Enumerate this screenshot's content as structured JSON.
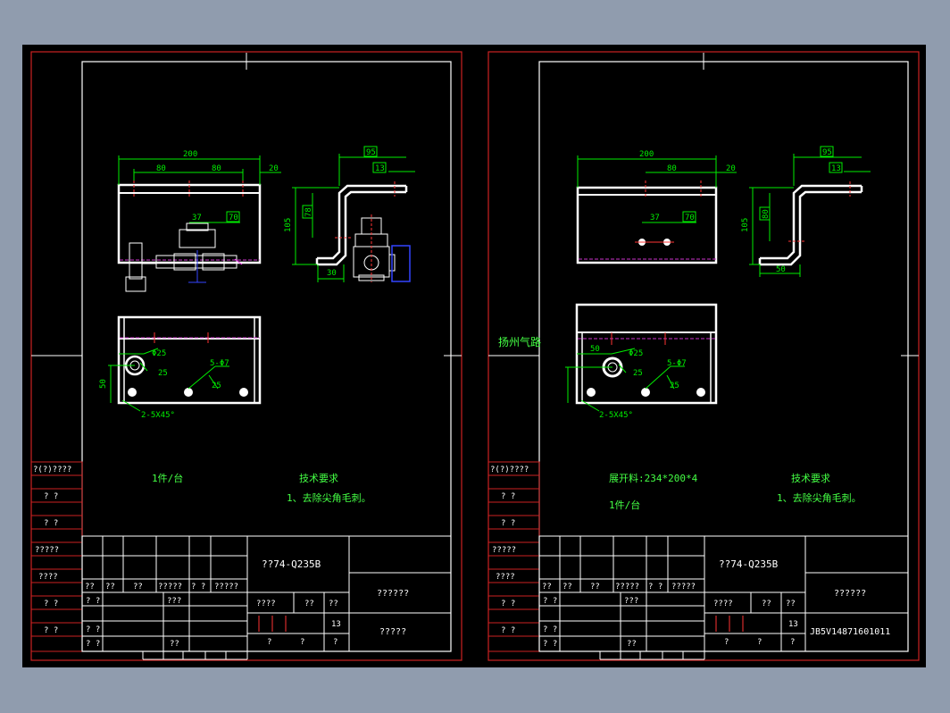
{
  "colors": {
    "background": "#909cae",
    "canvas": "#000000",
    "frame": "#cc2222",
    "line": "#ffffff",
    "dim": "#00ee00",
    "center": "#ff3333",
    "hidden": "#cc33cc",
    "blue": "#3344ff",
    "label": "#44ff44"
  },
  "sheet1": {
    "dims": {
      "d200": "200",
      "d80a": "80",
      "d80b": "80",
      "d20": "20",
      "d37": "37",
      "d70": "70",
      "d95": "95",
      "d13": "13",
      "d105": "105",
      "d78": "78",
      "d30": "30",
      "dia25": "Φ25",
      "r25a": "25",
      "holes": "5-Φ7",
      "r25b": "25",
      "d50": "50",
      "chamfer": "2-5X45°"
    },
    "qty": "1件/台",
    "tech_title": "技术要求",
    "tech_item": "1、去除尖角毛刺。",
    "material": "??74-Q235B",
    "side_labels": [
      "?(?)????",
      "? ?",
      "? ?",
      "?????",
      "????",
      "? ?",
      "? ?"
    ],
    "header_cells": [
      "??",
      "??",
      "??",
      "?????",
      "? ?",
      "?????"
    ],
    "row2": [
      "? ?",
      "???"
    ],
    "row3": [
      "? ?"
    ],
    "row4": [
      "? ?",
      "??"
    ],
    "mid_cells": [
      "????",
      "??",
      "??"
    ],
    "scale_num": "13",
    "bottom_cells": [
      "?",
      "?",
      "?"
    ],
    "name": "??????",
    "code": "?????"
  },
  "sheet2": {
    "dims": {
      "d200": "200",
      "d80": "80",
      "d20": "20",
      "d37": "37",
      "d70": "70",
      "d95": "95",
      "d13": "13",
      "d105": "105",
      "d80v": "80",
      "d50a": "50",
      "dia25": "Φ25",
      "r25a": "25",
      "holes": "5-Φ7",
      "r25b": "25",
      "d50b": "50",
      "chamfer": "2-5X45°"
    },
    "stamp": "扬州气路",
    "unfold": "展开料:234*200*4",
    "qty": "1件/台",
    "tech_title": "技术要求",
    "tech_item": "1、去除尖角毛刺。",
    "material": "??74-Q235B",
    "side_labels": [
      "?(?)????",
      "? ?",
      "? ?",
      "?????",
      "????",
      "? ?",
      "? ?"
    ],
    "header_cells": [
      "??",
      "??",
      "??",
      "?????",
      "? ?",
      "?????"
    ],
    "row2": [
      "? ?",
      "???"
    ],
    "row3": [
      "? ?"
    ],
    "row4": [
      "? ?",
      "??"
    ],
    "mid_cells": [
      "????",
      "??",
      "??"
    ],
    "scale_num": "13",
    "bottom_cells": [
      "?",
      "?",
      "?"
    ],
    "name": "??????",
    "code": "JB5V14871601011"
  }
}
